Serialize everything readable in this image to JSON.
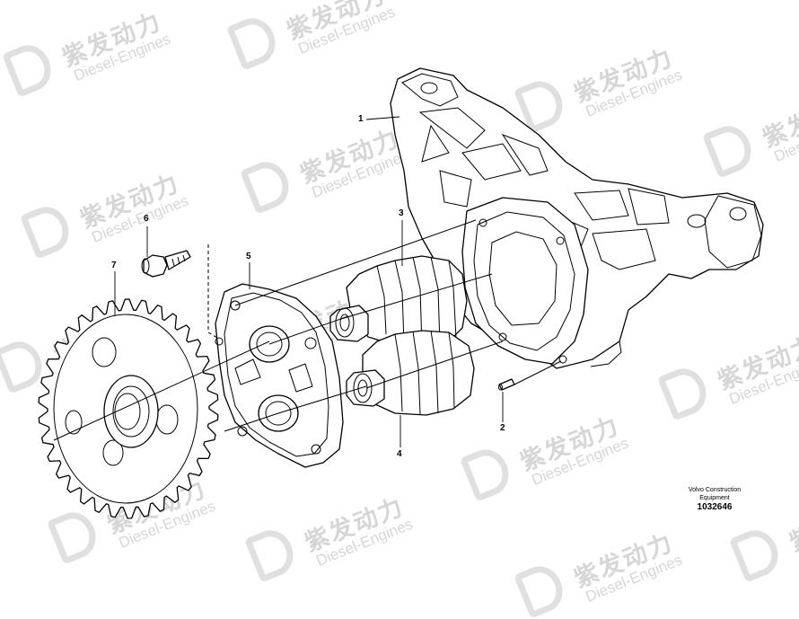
{
  "watermark": {
    "cn_text": "紫发动力",
    "en_text": "Diesel-Engines"
  },
  "callouts": {
    "c1": "1",
    "c2": "2",
    "c3": "3",
    "c4": "4",
    "c5": "5",
    "c6": "6",
    "c7": "7"
  },
  "footer": {
    "credit_line1": "Volvo Construction",
    "credit_line2": "Equipment",
    "document_number": "1032646"
  },
  "colors": {
    "line": "#000000",
    "background": "#ffffff",
    "watermark": "#d6d6d6"
  }
}
